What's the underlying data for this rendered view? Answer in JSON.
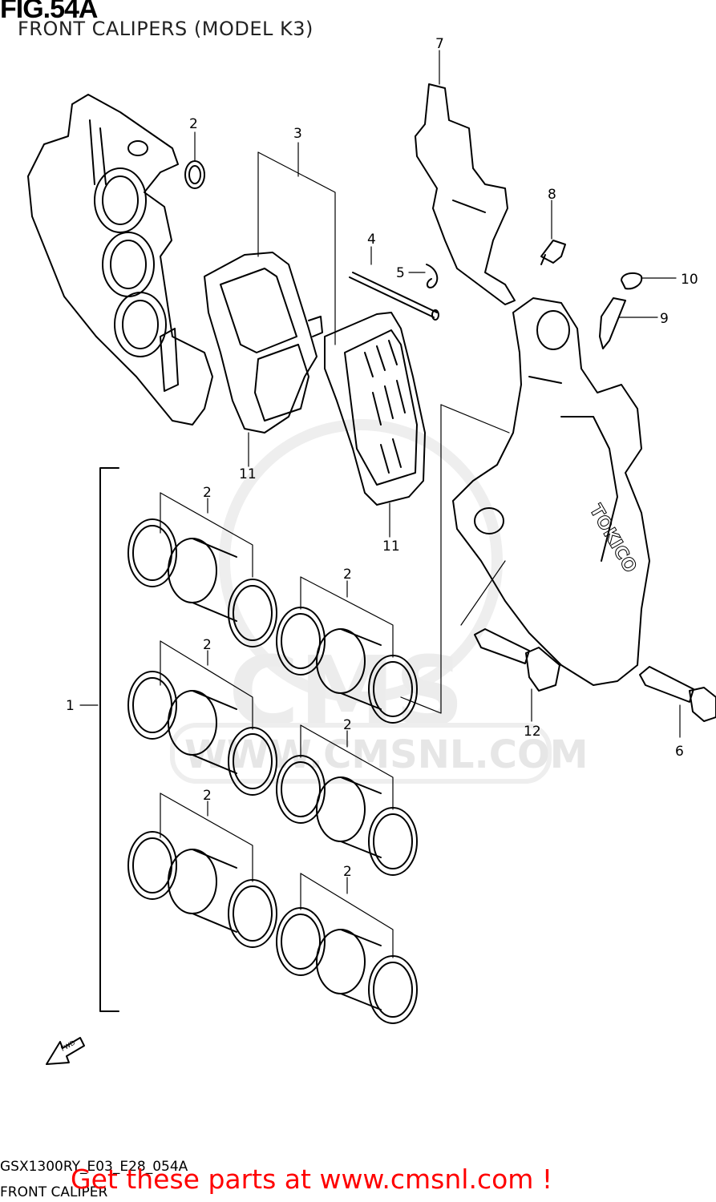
{
  "figure": {
    "title": "FIG.54A",
    "subtitle": "FRONT CALIPERS (MODEL K3)"
  },
  "watermark": {
    "logo": "CMS",
    "url": "WWW.CMSNL.COM"
  },
  "callouts": [
    {
      "id": "c1",
      "label": "1"
    },
    {
      "id": "c2a",
      "label": "2"
    },
    {
      "id": "c2b",
      "label": "2"
    },
    {
      "id": "c2c",
      "label": "2"
    },
    {
      "id": "c2d",
      "label": "2"
    },
    {
      "id": "c2e",
      "label": "2"
    },
    {
      "id": "c2f",
      "label": "2"
    },
    {
      "id": "c2g",
      "label": "2"
    },
    {
      "id": "c3",
      "label": "3"
    },
    {
      "id": "c4",
      "label": "4"
    },
    {
      "id": "c5",
      "label": "5"
    },
    {
      "id": "c6",
      "label": "6"
    },
    {
      "id": "c7",
      "label": "7"
    },
    {
      "id": "c8",
      "label": "8"
    },
    {
      "id": "c9",
      "label": "9"
    },
    {
      "id": "c10",
      "label": "10"
    },
    {
      "id": "c11a",
      "label": "11"
    },
    {
      "id": "c11b",
      "label": "11"
    },
    {
      "id": "c12",
      "label": "12"
    }
  ],
  "caliper_brand": "TOKICO",
  "fwd_arrow": "FWD",
  "footer": {
    "model_code": "GSX1300RY_E03_E28_054A",
    "caption": "FRONT CALIPER",
    "promo": "Get these parts at www.cmsnl.com !"
  }
}
